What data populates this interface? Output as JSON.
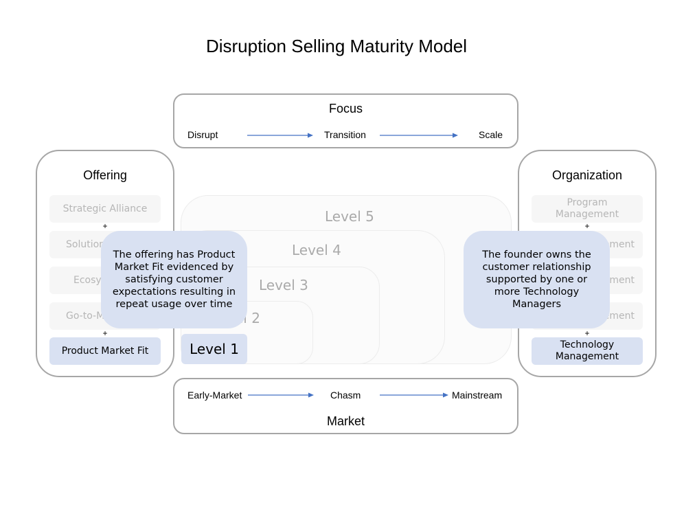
{
  "title": "Disruption Selling Maturity Model",
  "focus": {
    "title": "Focus",
    "stages": [
      "Disrupt",
      "Transition",
      "Scale"
    ]
  },
  "market": {
    "title": "Market",
    "stages": [
      "Early-Market",
      "Chasm",
      "Mainstream"
    ]
  },
  "offering": {
    "title": "Offering",
    "items": [
      "Strategic Alliance",
      "Solution",
      "Ecosys",
      "Go-to-M",
      "Product Market Fit"
    ],
    "active_item": "Product Market Fit"
  },
  "organization": {
    "title": "Organization",
    "items": [
      "Program Management",
      "ement",
      "ement",
      "ement",
      "Technology Management"
    ],
    "active_item": "Technology Management"
  },
  "levels": [
    "Level 5",
    "Level 4",
    "Level 3",
    "el 2",
    "Level 1"
  ],
  "current_level": "Level 1",
  "callouts": {
    "offering": "The offering has Product Market Fit evidenced by satisfying customer expectations resulting in repeat usage over time",
    "organization": "The founder owns the customer relationship supported by one or more Technology Managers"
  },
  "connector_symbol": "+",
  "colors": {
    "highlight": "#d9e1f2",
    "arrow": "#4472c4",
    "panel_border": "#a6a6a6",
    "faded_text": "#aaaaaa"
  }
}
